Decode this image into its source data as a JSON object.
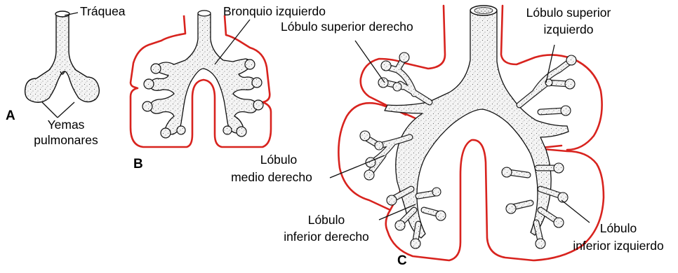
{
  "labels": {
    "traquea": "Tráquea",
    "yemas_line1": "Yemas",
    "yemas_line2": "pulmonares",
    "bronquio": "Bronquio izquierdo",
    "lsd": "Lóbulo superior derecho",
    "lsi_line1": "Lóbulo superior",
    "lsi_line2": "izquierdo",
    "lmd_line1": "Lóbulo",
    "lmd_line2": "medio derecho",
    "lid_line1": "Lóbulo",
    "lid_line2": "inferior derecho",
    "lii_line1": "Lóbulo",
    "lii_line2": "inferior izquierdo"
  },
  "panels": {
    "a": "A",
    "b": "B",
    "c": "C"
  },
  "colors": {
    "pleura": "#d8231e",
    "tissue": "#f2f2f2",
    "stipple": "#333333",
    "line": "#111111"
  }
}
